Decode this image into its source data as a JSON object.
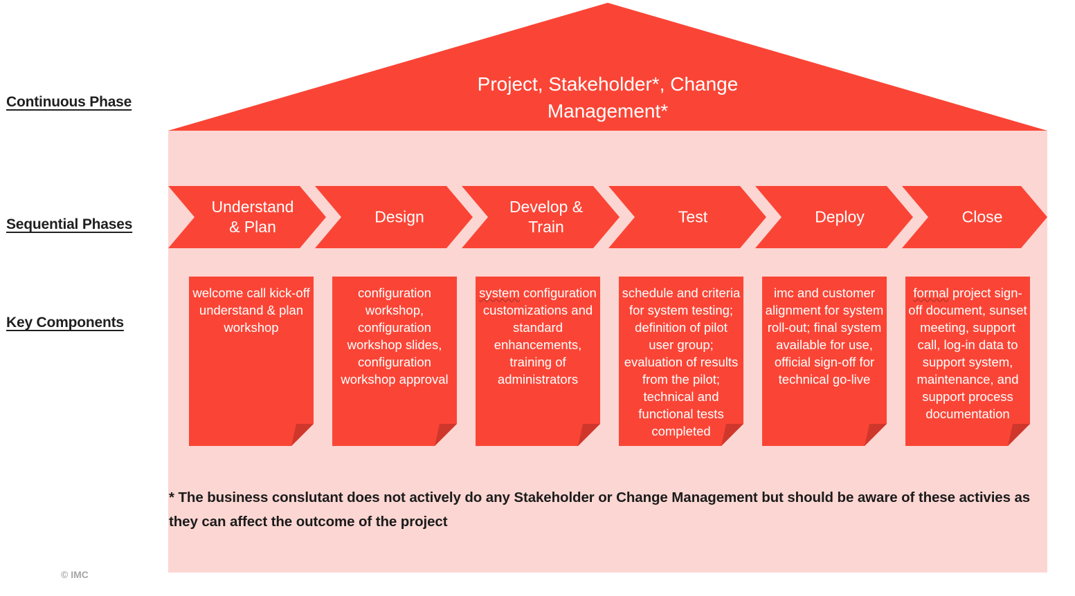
{
  "colors": {
    "red": "#fa4536",
    "pink": "#fcd6d2",
    "fold_shadow": "#cf372c",
    "text_dark": "#1f1f1f",
    "text_white": "#ffffff",
    "copyright_gray": "#a6a6a6"
  },
  "row_labels": {
    "continuous": "Continuous Phase",
    "sequential": "Sequential Phases",
    "key_components": "Key Components"
  },
  "roof": {
    "title_line1": "Project, Stakeholder*, Change",
    "title_line2": "Management*"
  },
  "phases": [
    {
      "label_line1": "Understand",
      "label_line2": "& Plan"
    },
    {
      "label_line1": "Design",
      "label_line2": ""
    },
    {
      "label_line1": "Develop &",
      "label_line2": "Train"
    },
    {
      "label_line1": "Test",
      "label_line2": ""
    },
    {
      "label_line1": "Deploy",
      "label_line2": ""
    },
    {
      "label_line1": "Close",
      "label_line2": ""
    }
  ],
  "key_components": [
    {
      "phase": "Understand & Plan",
      "text": "welcome call kick-off understand & plan workshop"
    },
    {
      "phase": "Design",
      "text": "configuration workshop, configuration workshop slides, configuration workshop approval"
    },
    {
      "phase": "Develop & Train",
      "misspelled_word": "system",
      "text_rest": " configuration customizations and standard enhancements, training of administrators",
      "text": "system configuration customizations and standard enhancements, training of administrators"
    },
    {
      "phase": "Test",
      "text": "schedule and criteria for system testing; definition of pilot user group; evaluation of results from the pilot; technical and functional tests completed"
    },
    {
      "phase": "Deploy",
      "text": "imc and customer alignment for system roll-out; final system available for use, official sign-off for technical go-live"
    },
    {
      "phase": "Close",
      "misspelled_word": "formal",
      "text_rest": " project sign-off document, sunset meeting, support call, log-in data to support system, maintenance, and support process documentation",
      "text": "formal project sign-off document, sunset meeting, support call, log-in data to support system, maintenance, and support process documentation"
    }
  ],
  "footnote": "* The business conslutant does not actively do any Stakeholder or Change Management but should be aware of these activies as they can affect the outcome of the project",
  "copyright": "© IMC"
}
